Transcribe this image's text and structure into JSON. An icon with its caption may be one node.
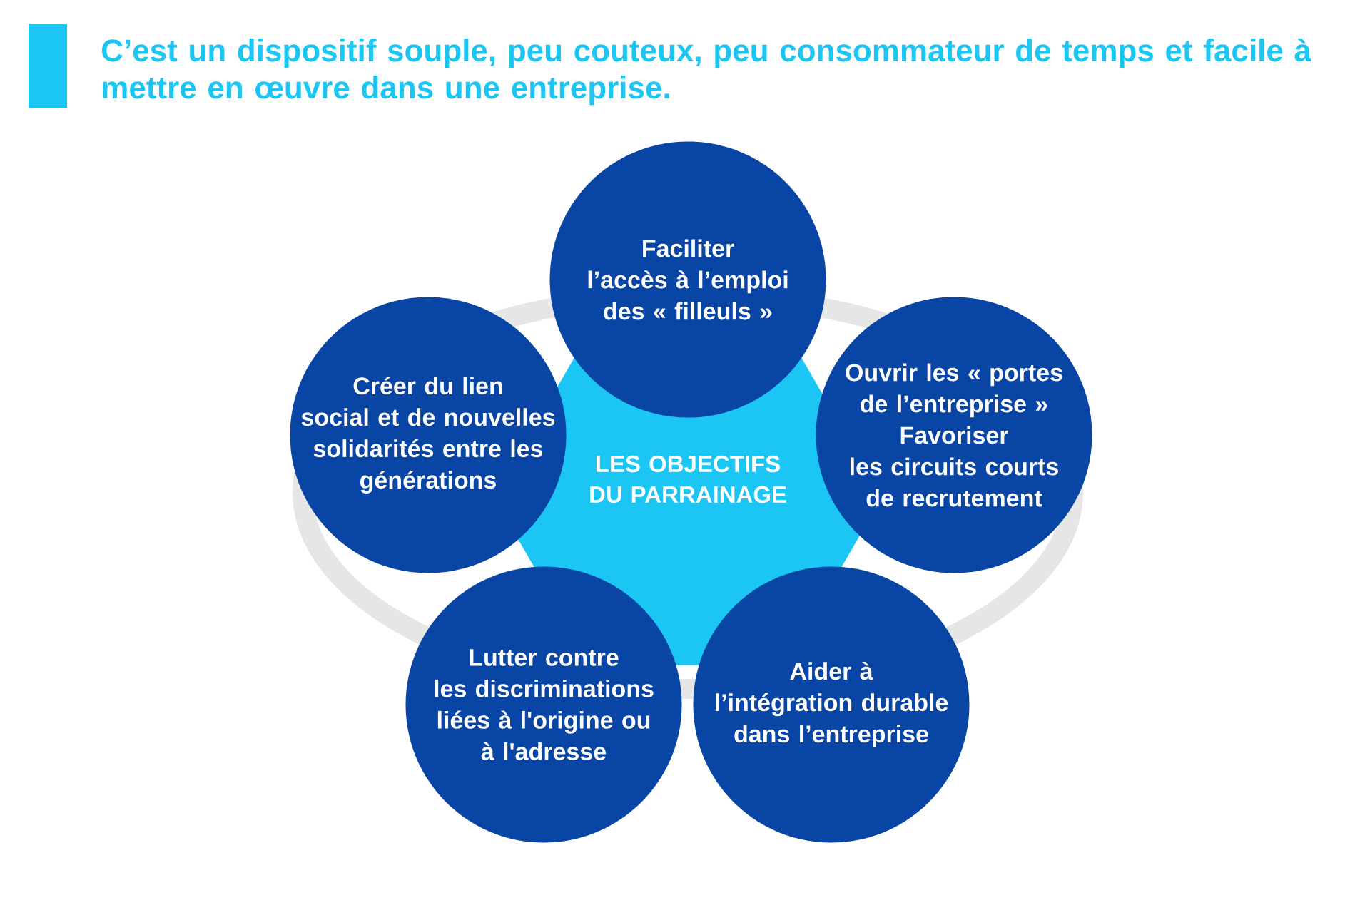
{
  "diagram": {
    "title": "C’est un dispositif souple, peu couteux, peu consommateur de temps et facile à mettre en œuvre dans une entreprise.",
    "nodes": [
      {
        "text": [
          "LES OBJECTIFS DU PARRAINAGE"
        ]
      },
      {
        "text": [
          "Faciliter l’accès à l’emploi des « filleuls »"
        ]
      },
      {
        "text": [
          "Créer du lien social et de nouvelles solidarités entre les générations"
        ]
      },
      {
        "text": [
          "Ouvrir les « portes de l’entreprise » Favoriser les circuits courts de recrutement"
        ]
      },
      {
        "text": [
          "Lutter contre les discriminations liées à l'origine ou à l'adresse"
        ]
      },
      {
        "text": [
          "Aider à l’intégration durable dans l’entreprise"
        ]
      }
    ]
  }
}
